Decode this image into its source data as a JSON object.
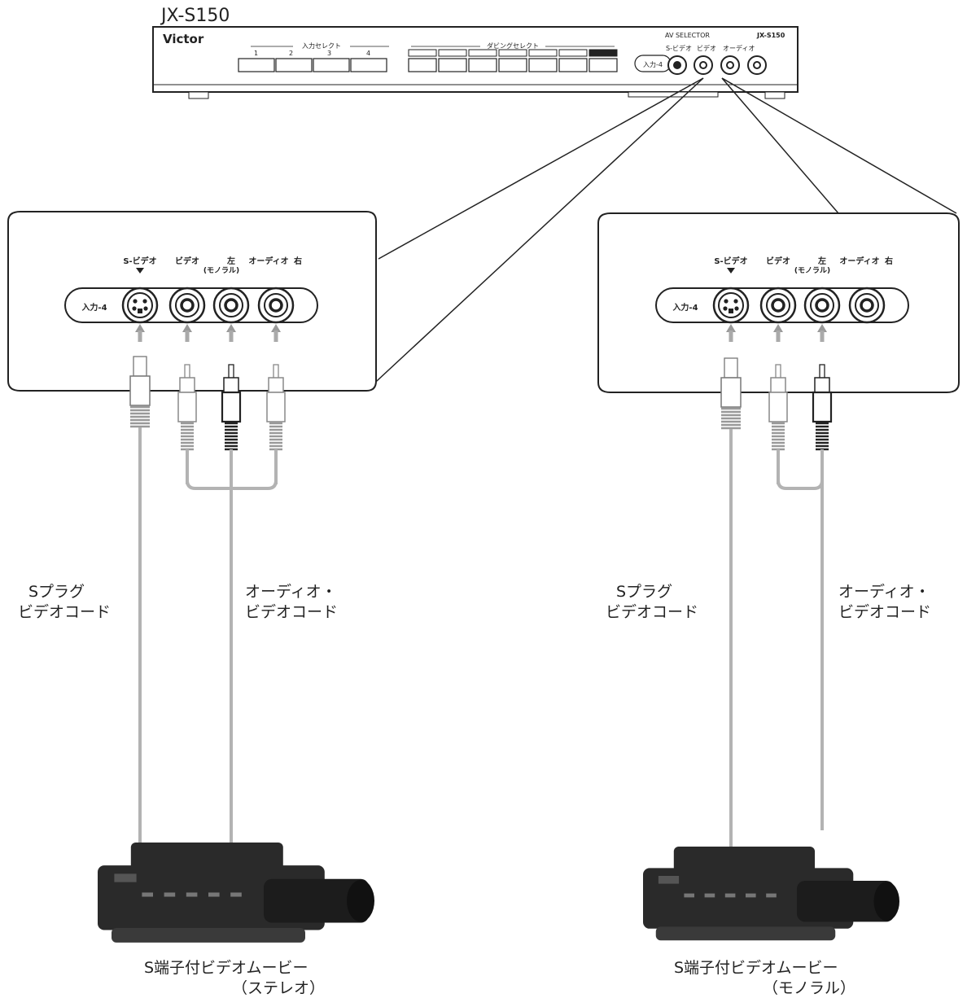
{
  "device": {
    "model_title": "JX-S150",
    "brand": "Victor",
    "panel_name": "AV SELECTOR",
    "panel_model": "JX-S150",
    "input_select_label": "入力セレクト",
    "input_buttons": [
      "1",
      "2",
      "3",
      "4"
    ],
    "dubbing_select_label": "ダビングセレクト"
  },
  "jacks": {
    "input": "入力-4",
    "s_video": "S-ビデオ",
    "video": "ビデオ",
    "audio_left": "左",
    "audio": "オーディオ",
    "audio_right": "右",
    "mono": "(モノラル)"
  },
  "left_setup": {
    "s_cable_line1": "Sプラグ",
    "s_cable_line2": "ビデオコード",
    "av_cable_line1": "オーディオ・",
    "av_cable_line2": "ビデオコード",
    "camera_line1": "S端子付ビデオムービー",
    "camera_line2": "（ステレオ）"
  },
  "right_setup": {
    "s_cable_line1": "Sプラグ",
    "s_cable_line2": "ビデオコード",
    "av_cable_line1": "オーディオ・",
    "av_cable_line2": "ビデオコード",
    "camera_line1": "S端子付ビデオムービー",
    "camera_line2": "（モノラル）"
  }
}
